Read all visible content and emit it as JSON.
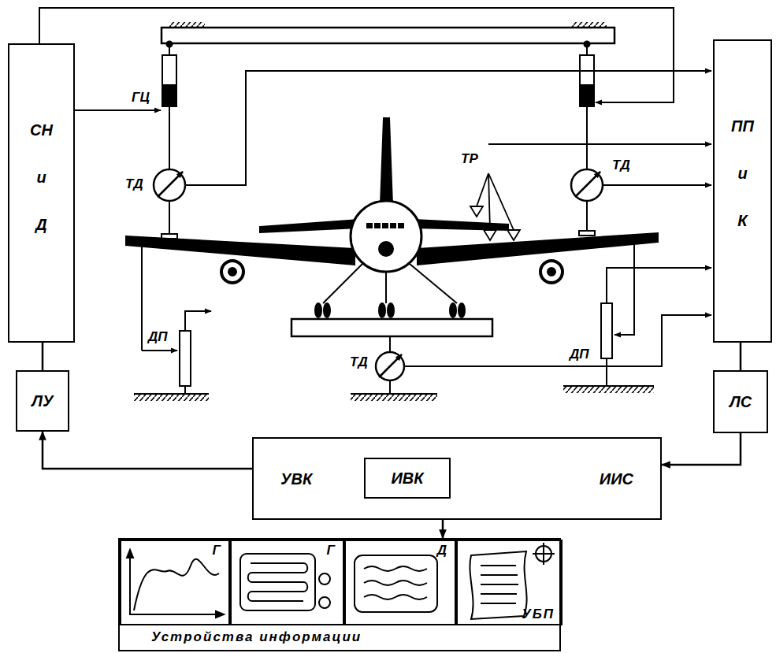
{
  "diagram": {
    "nodes": [
      {
        "text": [
          "СН и Д"
        ]
      },
      {
        "text": [
          "ПП и К"
        ]
      },
      {
        "text": [
          "ЛУ"
        ]
      },
      {
        "text": [
          "ЛС"
        ]
      },
      {
        "text": [
          "УВК",
          "ИИС"
        ]
      },
      {
        "text": [
          "ИВК"
        ],
        "in": 4
      },
      {
        "text": [
          "Устройства информации"
        ]
      },
      {
        "text": [
          "Г"
        ],
        "in": 6
      },
      {
        "text": [
          "Г"
        ],
        "in": 6
      },
      {
        "text": [
          "Д"
        ],
        "in": 6
      },
      {
        "text": [
          "УБП"
        ],
        "in": 6
      }
    ],
    "edges": [
      {
        "from": 0,
        "to": 2,
        "arrow": "none"
      },
      {
        "from": 1,
        "to": 3,
        "arrow": "none"
      },
      {
        "from": 4,
        "to": 2,
        "arrow": "to"
      },
      {
        "from": 3,
        "to": 4,
        "arrow": "to"
      },
      {
        "from": 4,
        "to": 6,
        "arrow": "to"
      }
    ],
    "labels": [
      "ГЦ",
      "ТД",
      "ТД",
      "ТР",
      "ДП",
      "ДП",
      "ТД"
    ]
  }
}
